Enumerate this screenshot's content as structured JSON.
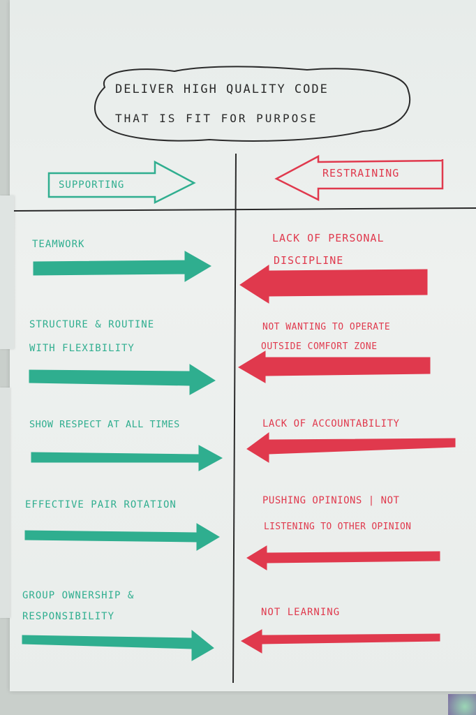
{
  "goal": {
    "line1": "DELIVER HIGH QUALITY CODE",
    "line2": "THAT IS FIT FOR PURPOSE"
  },
  "headers": {
    "supporting": "SUPPORTING",
    "restraining": "RESTRAINING"
  },
  "supporting_forces": [
    {
      "lines": [
        "TEAMWORK",
        ""
      ]
    },
    {
      "lines": [
        "STRUCTURE & ROUTINE",
        "WITH FLEXIBILITY"
      ]
    },
    {
      "lines": [
        "SHOW RESPECT AT ALL TIMES",
        ""
      ]
    },
    {
      "lines": [
        "EFFECTIVE PAIR ROTATION",
        ""
      ]
    },
    {
      "lines": [
        "GROUP OWNERSHIP &",
        "RESPONSIBILITY"
      ]
    }
  ],
  "restraining_forces": [
    {
      "lines": [
        "LACK OF PERSONAL",
        "DISCIPLINE"
      ]
    },
    {
      "lines": [
        "NOT WANTING TO OPERATE",
        "OUTSIDE COMFORT ZONE"
      ]
    },
    {
      "lines": [
        "LACK OF ACCOUNTABILITY",
        ""
      ]
    },
    {
      "lines": [
        "PUSHING OPINIONS | NOT",
        "LISTENING TO OTHER OPINION"
      ]
    },
    {
      "lines": [
        "NOT LEARNING",
        ""
      ]
    }
  ],
  "colors": {
    "supporting": "#2fae8f",
    "restraining": "#e0394d",
    "ink": "#2a2a2a"
  }
}
